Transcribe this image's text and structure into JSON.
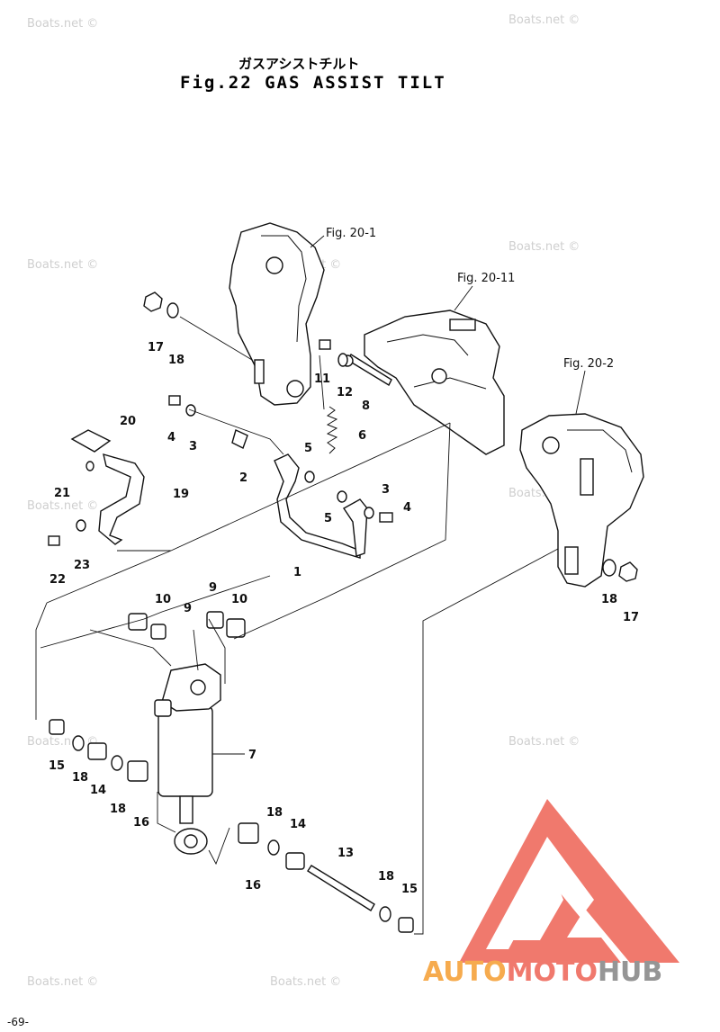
{
  "title": {
    "japanese": "ガスアシストチルト",
    "english": "Fig.22 GAS ASSIST TILT"
  },
  "figure_refs": [
    "Fig. 20-1",
    "Fig. 20-11",
    "Fig. 20-2"
  ],
  "watermark": "Boats.net ©",
  "logo": {
    "part1": "AUTO",
    "part2": "MOTO",
    "part3": "HUB",
    "color_red": "#ef6b5e",
    "color_orange": "#f6a23b",
    "color_gray": "#8a8a8a"
  },
  "page_number": "-69-",
  "part_labels": {
    "l17a": "17",
    "l18a": "18",
    "l11": "11",
    "l12": "12",
    "l8": "8",
    "l20": "20",
    "l4a": "4",
    "l3a": "3",
    "l2": "2",
    "l5a": "5",
    "l6": "6",
    "l21": "21",
    "l19": "19",
    "l3b": "3",
    "l4b": "4",
    "l5b": "5",
    "l22": "22",
    "l23": "23",
    "l1": "1",
    "l10a": "10",
    "l9a": "9",
    "l9b": "9",
    "l10b": "10",
    "l18b": "18",
    "l17b": "17",
    "l7": "7",
    "l15a": "15",
    "l18c": "18",
    "l14a": "14",
    "l18d": "18",
    "l16a": "16",
    "l18e": "18",
    "l14b": "14",
    "l13": "13",
    "l16b": "16",
    "l18f": "18",
    "l15b": "15"
  }
}
